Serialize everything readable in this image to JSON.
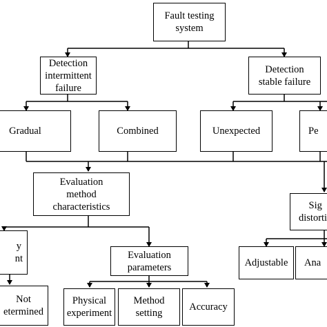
{
  "nodes": {
    "root": "Fault testing\nsystem",
    "intermittent": "Detection\nintermittent\nfailure",
    "stable": "Detection\nstable failure",
    "gradual": "Gradual",
    "combined": "Combined",
    "unexpected": "Unexpected",
    "periodic_partial": "Pe",
    "evaluation_method": "Evaluation\nmethod\ncharacteristics",
    "signal_partial": "Sig\ndistortio",
    "left_partial": "y\nnt",
    "evaluation_parameters": "Evaluation\nparameters",
    "adjustable": "Adjustable",
    "analog_partial": "Ana",
    "not_determined_partial": "Not\netermined",
    "physical_experiment": "Physical\nexperiment",
    "method_setting": "Method\nsetting",
    "accuracy": "Accuracy"
  }
}
